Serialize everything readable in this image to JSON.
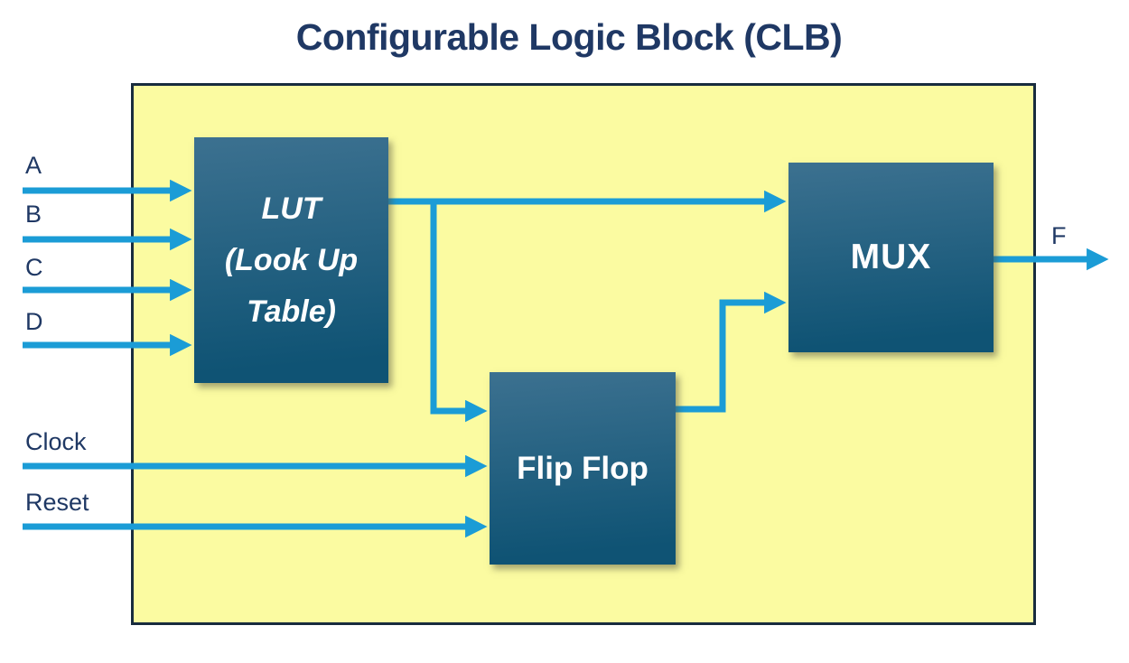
{
  "title": "Configurable Logic Block (CLB)",
  "colors": {
    "arrow": "#1B9CD6",
    "block_top": "#3C7190",
    "block_bottom": "#0F5374",
    "board_fill": "#FBFBA1",
    "board_border": "#182C3E",
    "label": "#1F3864",
    "block_text": "#FFFFFF"
  },
  "blocks": {
    "lut": {
      "line1": "LUT",
      "line2": "(Look Up",
      "line3": "Table)"
    },
    "flipflop": {
      "label": "Flip Flop"
    },
    "mux": {
      "label": "MUX"
    }
  },
  "inputs": {
    "a": "A",
    "b": "B",
    "c": "C",
    "d": "D",
    "clock": "Clock",
    "reset": "Reset"
  },
  "output": {
    "f": "F"
  }
}
